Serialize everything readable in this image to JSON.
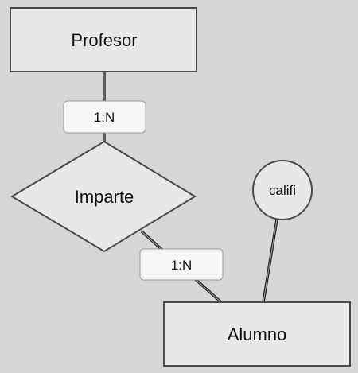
{
  "entities": {
    "profesor": "Profesor",
    "alumno": "Alumno"
  },
  "relationship": {
    "imparte": "Imparte"
  },
  "attribute": {
    "califi": "califi"
  },
  "cardinalities": {
    "profesor_imparte": "1:N",
    "imparte_alumno": "1:N"
  },
  "colors": {
    "background": "#d7d7d7",
    "shape_fill": "#e8e8e8",
    "shape_stroke": "#4a4a4a",
    "card_fill": "#f6f6f6"
  }
}
